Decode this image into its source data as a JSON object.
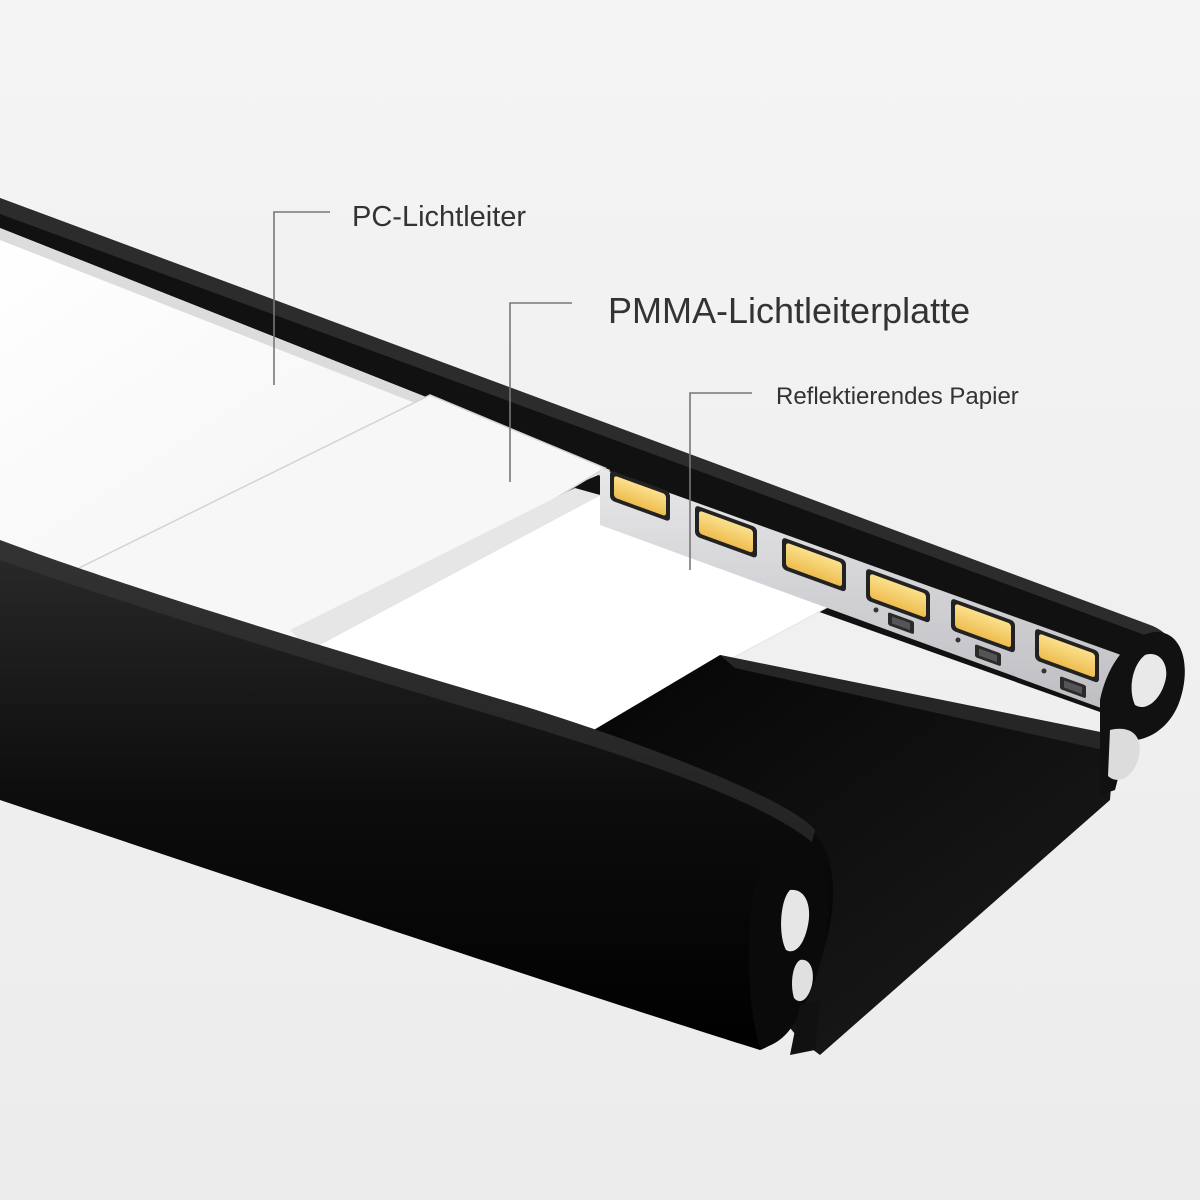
{
  "labels": {
    "pc_light_guide": "PC-Lichtleiter",
    "pmma_light_guide_plate": "PMMA-Lichtleiterplatte",
    "reflective_paper": "Reflektierendes Papier"
  },
  "colors": {
    "background": "#f2f2f2",
    "housing": "#111111",
    "led_yellow": "#f3c85e",
    "pcb": "#d9d9dc",
    "leader_line": "#777777",
    "text": "#333333"
  },
  "led_count": 6
}
